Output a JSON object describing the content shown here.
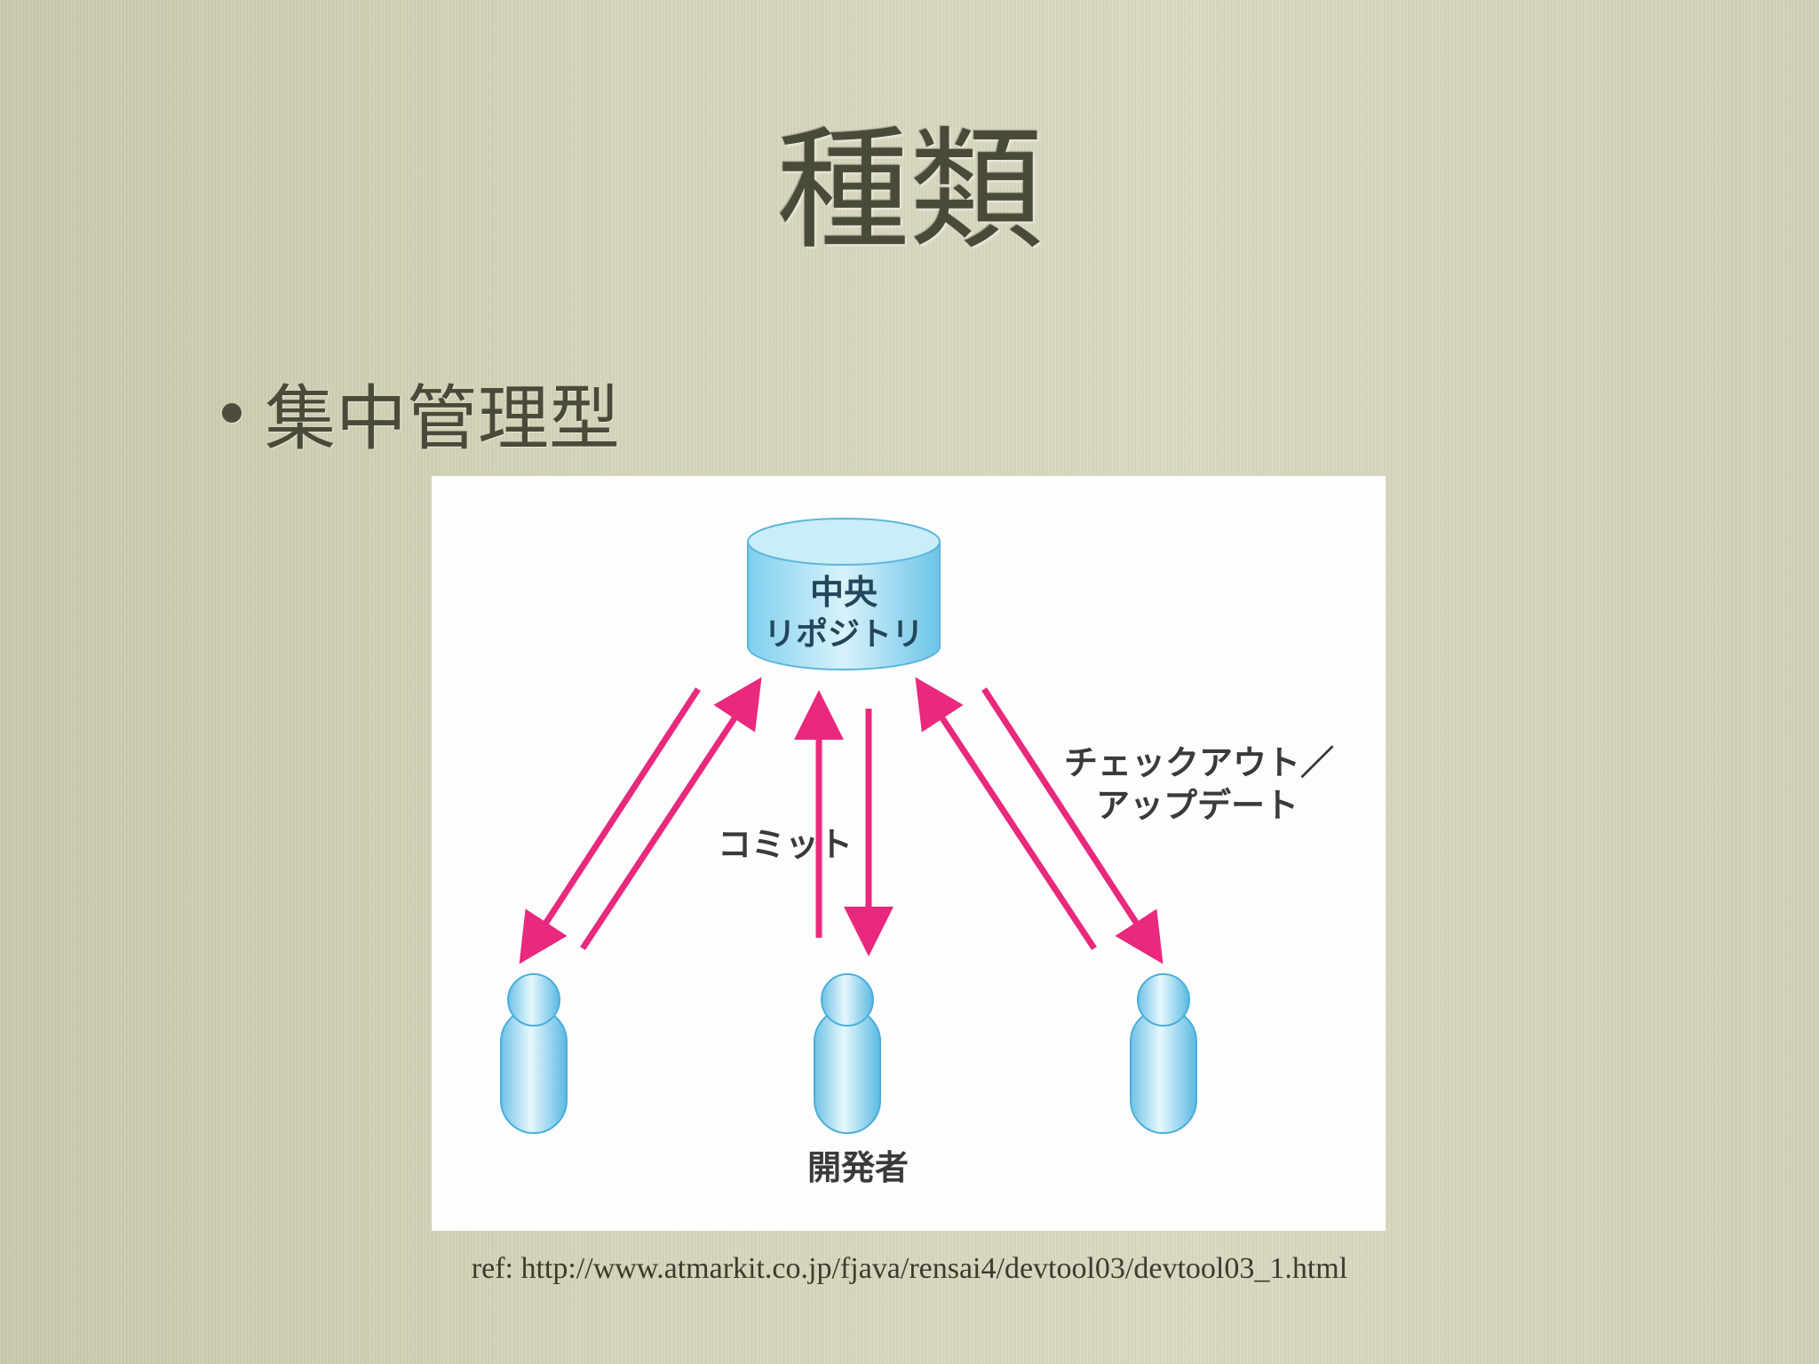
{
  "slide": {
    "title": "種類",
    "bullet": "集中管理型",
    "reference": "ref: http://www.atmarkit.co.jp/fjava/rensai4/devtool03/devtool03_1.html"
  },
  "diagram": {
    "repository": {
      "line1": "中央",
      "line2": "リポジトリ"
    },
    "commit_label": "コミット",
    "checkout_label": {
      "line1": "チェックアウト／",
      "line2": "アップデート"
    },
    "developers_label": "開発者",
    "developer_count": 3,
    "colors": {
      "arrow": "#e8297d",
      "repository_fill": "#9fdcf2",
      "person_fill": "#8ed0ec"
    }
  }
}
